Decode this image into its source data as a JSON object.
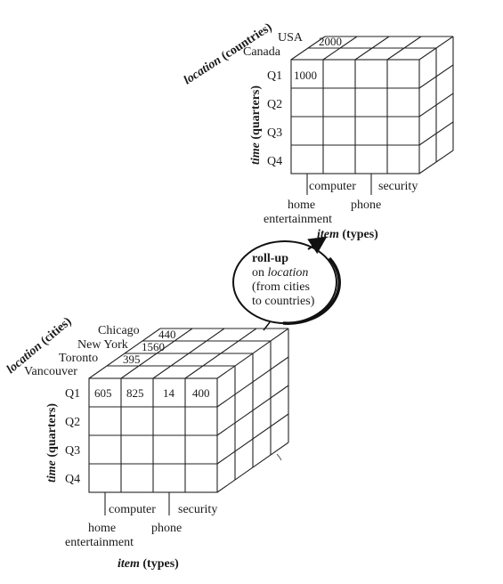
{
  "top_cube": {
    "location_axis": {
      "name": "location",
      "unit": "(countries)"
    },
    "location_labels": [
      "USA",
      "Canada"
    ],
    "time_axis": {
      "name": "time",
      "unit": "(quarters)"
    },
    "quarters": [
      "Q1",
      "Q2",
      "Q3",
      "Q4"
    ],
    "item_labels": {
      "computer": "computer",
      "security": "security",
      "home": "home",
      "entertainment": "entertainment",
      "phone": "phone"
    },
    "item_axis": {
      "name": "item",
      "unit": "(types)"
    },
    "values": {
      "usa_q1_back": "2000",
      "canada_q1_home": "1000"
    }
  },
  "rollup": {
    "title": "roll-up",
    "line_on": "on",
    "line_location": "location",
    "line_from": "(from cities",
    "line_to": "to countries)"
  },
  "bottom_cube": {
    "location_axis": {
      "name": "location",
      "unit": "(cities)"
    },
    "cities": [
      "Chicago",
      "New York",
      "Toronto",
      "Vancouver"
    ],
    "back_values": [
      "440",
      "1560",
      "395"
    ],
    "time_axis": {
      "name": "time",
      "unit": "(quarters)"
    },
    "quarters": [
      "Q1",
      "Q2",
      "Q3",
      "Q4"
    ],
    "q1_values": [
      "605",
      "825",
      "14",
      "400"
    ],
    "item_labels": {
      "computer": "computer",
      "security": "security",
      "home": "home",
      "entertainment": "entertainment",
      "phone": "phone"
    },
    "item_axis": {
      "name": "item",
      "unit": "(types)"
    }
  }
}
